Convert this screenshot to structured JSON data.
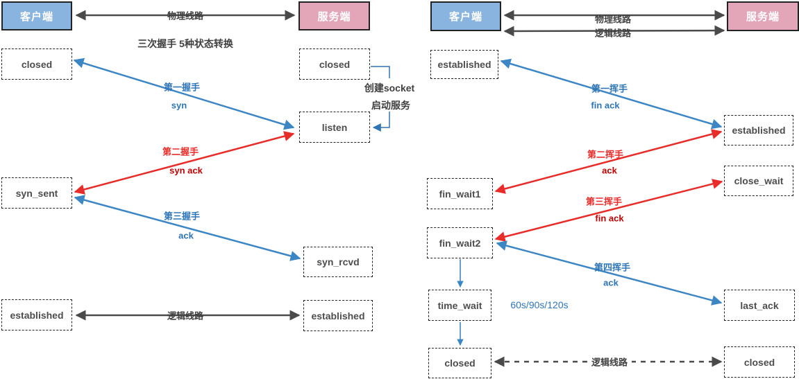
{
  "palette": {
    "arrow_blue": "#3d86c4",
    "text_blue": "#2e75b6",
    "arrow_red": "#e82c2a",
    "text_red_dark": "#c00000",
    "arrow_dark": "#4a4a4a",
    "client_fill": "#8ab4e0",
    "server_fill": "#e2a6b8"
  },
  "left": {
    "title": "三次握手 5种状态转换",
    "client": "客户端",
    "server": "服务端",
    "physical_line": "物理线路",
    "logical_line": "逻辑线路",
    "states": {
      "closed_client": "closed",
      "closed_server": "closed",
      "listen": "listen",
      "syn_sent": "syn_sent",
      "syn_rcvd": "syn_rcvd",
      "established_client": "established",
      "established_server": "established"
    },
    "handshake1": {
      "name": "第一握手",
      "packet": "syn"
    },
    "handshake2": {
      "name": "第二握手",
      "packet": "syn ack"
    },
    "handshake3": {
      "name": "第三握手",
      "packet": "ack"
    },
    "socket_note1": "创建socket",
    "socket_note2": "启动服务"
  },
  "right": {
    "client": "客户端",
    "server": "服务端",
    "physical_line": "物理线路",
    "logical_line_top": "逻辑线路",
    "logical_line_bottom": "逻辑线路",
    "states": {
      "established_client": "established",
      "established_server": "established",
      "fin_wait1": "fin_wait1",
      "close_wait": "close_wait",
      "fin_wait2": "fin_wait2",
      "time_wait": "time_wait",
      "last_ack": "last_ack",
      "closed_client": "closed",
      "closed_server": "closed"
    },
    "wave1": {
      "name": "第一挥手",
      "packet": "fin ack"
    },
    "wave2": {
      "name": "第二挥手",
      "packet": "ack"
    },
    "wave3": {
      "name": "第三挥手",
      "packet": "fin ack"
    },
    "wave4": {
      "name": "第四挥手",
      "packet": "ack"
    },
    "time_wait_duration": "60s/90s/120s"
  }
}
